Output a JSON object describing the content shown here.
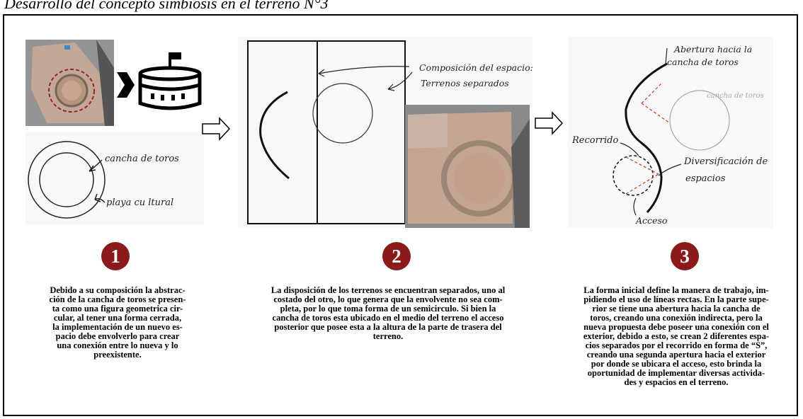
{
  "title": "Desarrollo del concepto simbiosis en el terreno N°3",
  "panel1": {
    "label_cancha": "cancha de toros",
    "label_playa": "playa cu ltural"
  },
  "panel2": {
    "label_line1": "Composición del espacio:",
    "label_line2": "Terrenos separados"
  },
  "panel3": {
    "label_abertura_1": "Abertura hacia la",
    "label_abertura_2": "cancha de toros",
    "label_cancha": "cancha de toros",
    "label_recorrido": "Recorrido",
    "label_divers_1": "Diversificación de",
    "label_divers_2": "espacios",
    "label_acceso": "Acceso"
  },
  "steps": [
    {
      "number": "1",
      "text": "Debido a su composición la abstrac-\nción de la cancha de toros se presen-\nta como una figura geometrica cir-\ncular, al tener una forma  cerrada,\nla implementación de un nuevo es-\npacio debe envolverlo para crear\nuna conexión entre lo nueva y lo\npreexistente."
    },
    {
      "number": "2",
      "text": "La disposición de los terrenos se encuentran separados, uno al\ncostado del otro, lo que genera que la envolvente no sea com-\npleta, por lo que toma forma de un semicirculo. Si bien la\ncancha de toros esta ubicado en el medio del terreno el acceso\nposterior que posee esta a la altura de la parte de trasera del\nterreno."
    },
    {
      "number": "3",
      "text": "La forma inicial define la manera de trabajo, im-\npidiendo el uso de líneas rectas. En la parte supe-\nrior se tiene una abertura hacia la cancha de\ntoros, creando una conexión indirecta, pero la\nnueva propuesta debe poseer una conexión con el\nexterior, debido a esto, se crean 2 diferentes espa-\ncios separados por el recorrido en forma de “S”,\ncreando una segunda apertura hacia el exterior\npor donde se ubicara el acceso, esto  brinda la\noportunidad de implementar diversas activida-\ndes y espacios en el terreno."
    }
  ]
}
